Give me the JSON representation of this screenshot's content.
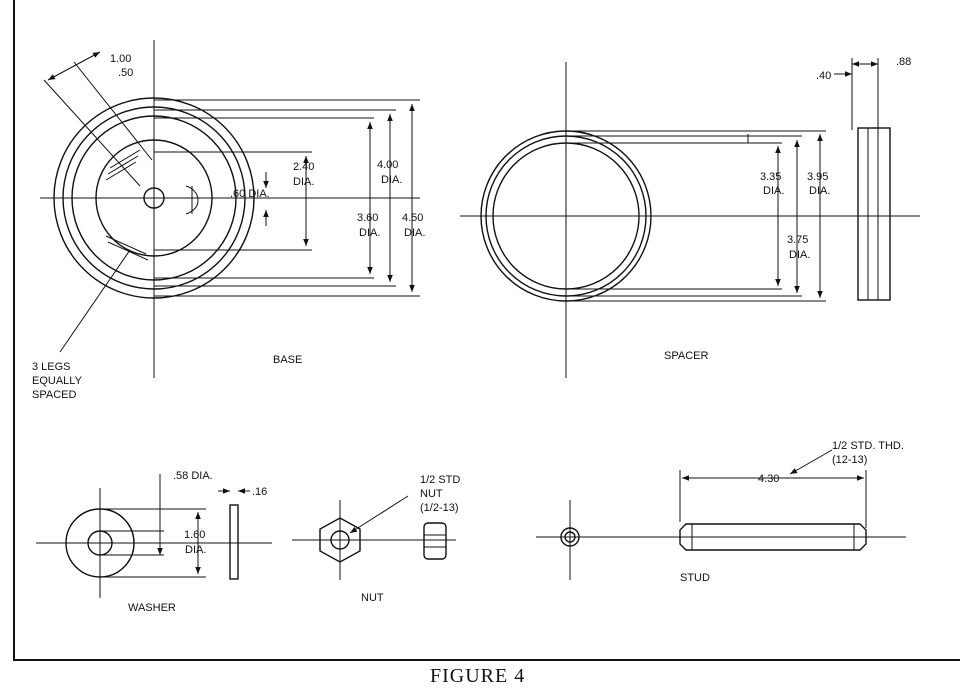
{
  "figure_caption": "FIGURE 4",
  "base": {
    "name": "BASE",
    "leg_note": [
      "3 LEGS",
      "EQUALLY",
      "SPACED"
    ],
    "dim_1_00": "1.00",
    "dim_50": ".50",
    "dim_60": ".60 DIA.",
    "dim_2_40": [
      "2.40",
      "DIA."
    ],
    "dim_3_60": [
      "3.60",
      "DIA."
    ],
    "dim_4_00": [
      "4.00",
      "DIA."
    ],
    "dim_4_50": [
      "4.50",
      "DIA."
    ]
  },
  "spacer": {
    "name": "SPACER",
    "dim_3_35": [
      "3.35",
      "DIA."
    ],
    "dim_3_95": [
      "3.95",
      "DIA."
    ],
    "dim_3_75": [
      "3.75",
      "DIA."
    ],
    "dim_40": ".40",
    "dim_88": ".88"
  },
  "washer": {
    "name": "WASHER",
    "dim_58": ".58 DIA.",
    "dim_16": ".16",
    "dim_1_60": [
      "1.60",
      "DIA."
    ]
  },
  "nut": {
    "name": "NUT",
    "callout": [
      "1/2 STD",
      "NUT",
      "(1/2-13)"
    ]
  },
  "stud": {
    "name": "STUD",
    "dim_4_30": "4.30",
    "thread": [
      "1/2 STD. THD.",
      "(12-13)"
    ]
  }
}
